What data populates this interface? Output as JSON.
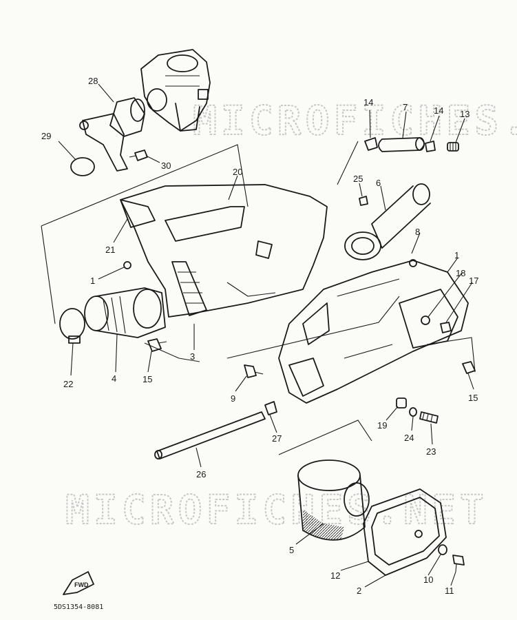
{
  "watermark": "MICROFICHES.NET",
  "diagram_code": "5DS1354-8081",
  "fwd_label": "FWD",
  "callouts": [
    "28",
    "29",
    "30",
    "20",
    "14",
    "7",
    "14",
    "13",
    "25",
    "6",
    "8",
    "21",
    "1",
    "1",
    "18",
    "17",
    "22",
    "4",
    "15",
    "3",
    "9",
    "15",
    "27",
    "19",
    "24",
    "23",
    "26",
    "5",
    "12",
    "2",
    "10",
    "11"
  ]
}
